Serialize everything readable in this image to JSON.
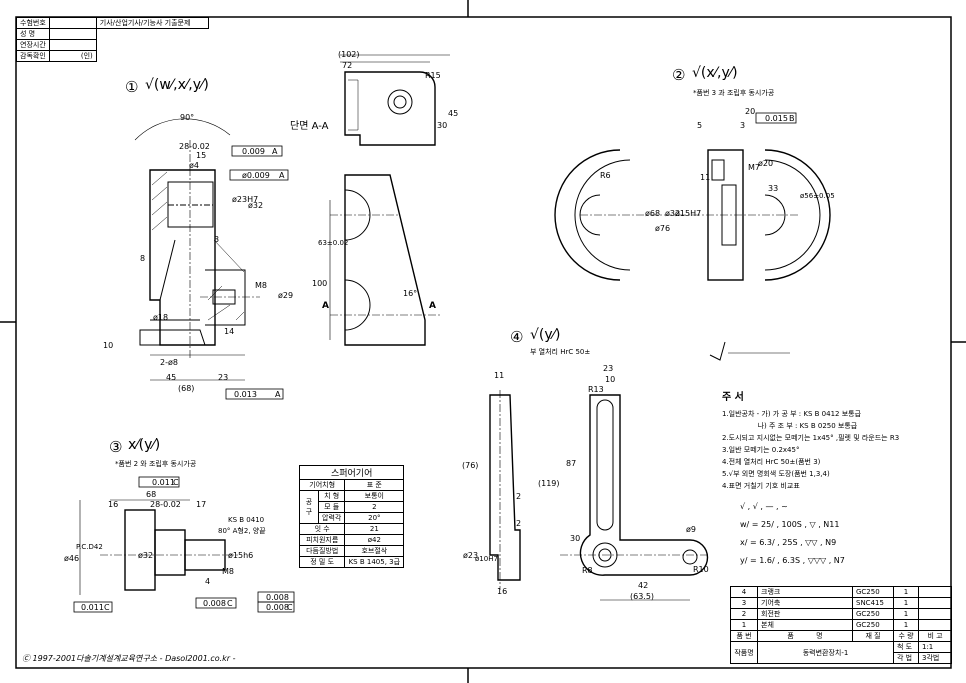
{
  "header": {
    "rows": [
      {
        "label": "수험번호",
        "value": "",
        "category": "기사/산업기사/기능사 기출문제"
      },
      {
        "label": "성    명",
        "value": ""
      },
      {
        "label": "연장시간",
        "value": ""
      },
      {
        "label": "감독확인",
        "value": "(인)"
      }
    ]
  },
  "views": {
    "v1_marker": "①",
    "v2_marker": "②",
    "v2_note": "*품번 3 과 조립후 동시가공",
    "v3_marker": "③",
    "v3_note": "*품번 2 와 조립후 동시가공",
    "v4_marker": "④",
    "v4_note": "부 열처리 HrC 50±",
    "section_label": "단면 A-A",
    "cut_a": "A"
  },
  "dims": {
    "d90": "90°",
    "d28": "28-0.02",
    "d15": "15",
    "d4": "ø4",
    "d0009a": "0.009",
    "a": "A",
    "d0009b": "ø0.009",
    "d23h7": "ø23H7",
    "d32": "ø32",
    "d8": "8",
    "d3": "3",
    "d18": "ø18",
    "dm8": "M8",
    "d29": "ø29",
    "d14": "14",
    "d2_8": "2-ø8",
    "d10": "10",
    "d45": "45",
    "d23": "23",
    "d68": "(68)",
    "d0013": "0.013",
    "d102": "(102)",
    "d72": "72",
    "dr15": "R15",
    "d30": "30",
    "d45b": "45",
    "d63": "63±0.02",
    "d100": "100",
    "d16": "16°",
    "v2_d20": "20",
    "v2_d5": "5",
    "v2_d3": "3",
    "v2_d0015": "0.015",
    "b": "B",
    "v2_r6": "R6",
    "v2_d11": "11",
    "v2_m7": "M7",
    "v2_d20b": "ø20",
    "v2_d33": "33",
    "v2_d68": "ø68",
    "v2_d76": "ø76",
    "v2_d32": "ø32",
    "v2_d15h7": "ø15H7",
    "v2_d56": "ø56±0.05",
    "v3_d0011": "0.011",
    "c": "C",
    "v3_d68": "68",
    "v3_d16": "16",
    "v3_d28": "28-0.02",
    "v3_d17": "17",
    "v3_ks": "KS B 0410",
    "v3_a": "80° A형2, 양끝",
    "v3_pcd": "P.C.D42",
    "v3_d46": "ø46",
    "v3_d32": "ø32",
    "v3_d15": "ø15h6",
    "v3_d4": "4",
    "v3_m8": "M8",
    "v3_d0008a": "0.008",
    "v3_d0008b": "0.008",
    "v3_d0008c": "0.008",
    "v3_d0011b": "0.011",
    "v4_d11": "11",
    "v4_d76": "(76)",
    "v4_d119": "(119)",
    "v4_d2": "2",
    "v4_d23": "ø23",
    "v4_d10": "ø10H7",
    "v4_d16": "16",
    "v4_d23b": "23",
    "v4_d10b": "10",
    "v4_r": "R13",
    "v4_d87": "87",
    "v4_d30": "30",
    "v4_d9": "ø9",
    "v4_r10": "R10",
    "v4_d42": "42",
    "v4_d63": "(63.5)",
    "v4_r8": "R8"
  },
  "spur_gear": {
    "title": "스퍼어기어",
    "headers": [
      "기어치형",
      "표 준"
    ],
    "group_label": "공구",
    "rows": [
      {
        "k": "치  형",
        "v": "보통이"
      },
      {
        "k": "모  듈",
        "v": "2"
      },
      {
        "k": "압력각",
        "v": "20°"
      }
    ],
    "rows2": [
      {
        "k": "잇   수",
        "v": "21"
      },
      {
        "k": "피치원지름",
        "v": "ø42"
      },
      {
        "k": "다듬질방법",
        "v": "호브절삭"
      },
      {
        "k": "정 밀 도",
        "v": "KS B 1405, 3급"
      }
    ]
  },
  "notes": {
    "title": "주 서",
    "lines": [
      "1.일반공차 - 가) 가 공 부 : KS B 0412 보통급",
      "                나) 주 조 부 : KS B 0250 보통급",
      "2.도시되고 지시없는 모떼기는 1x45° ,필렛 및 라운드는 R3",
      "3.일반 모떼기는 0.2x45°",
      "4.전체 열처리 HrC 50±(품번 3)",
      "5.√부 외면 명회색 도장(품번 1,3,4)",
      "4.표면 거칠기 기호 비교표"
    ],
    "legend": [
      "√ , √ , — , ~",
      "w/ = 25/ , 100S , ▽ , N11",
      "x/ = 6.3/ , 25S , ▽▽ , N9",
      "y/ = 1.6/ , 6.3S , ▽▽▽ , N7"
    ]
  },
  "bom": {
    "rows": [
      {
        "no": "4",
        "name": "크랭크",
        "mat": "GC250",
        "qty": "1",
        "note": ""
      },
      {
        "no": "3",
        "name": "기어축",
        "mat": "SNC415",
        "qty": "1",
        "note": ""
      },
      {
        "no": "2",
        "name": "회전판",
        "mat": "GC250",
        "qty": "1",
        "note": ""
      },
      {
        "no": "1",
        "name": "본체",
        "mat": "GC250",
        "qty": "1",
        "note": ""
      }
    ],
    "header": {
      "no": "품 번",
      "name": "품          명",
      "mat": "재 질",
      "qty": "수 량",
      "note": "비 고"
    },
    "title_label": "작품명",
    "title_value": "동력변환장치-1",
    "scale_label": "척 도",
    "scale_value": "1:1",
    "proj_label": "각 법",
    "proj_value": "3각법"
  },
  "copyright": "Ⓒ 1997-2001다솔기계설계교육연구소 - Dasol2001.co.kr -"
}
